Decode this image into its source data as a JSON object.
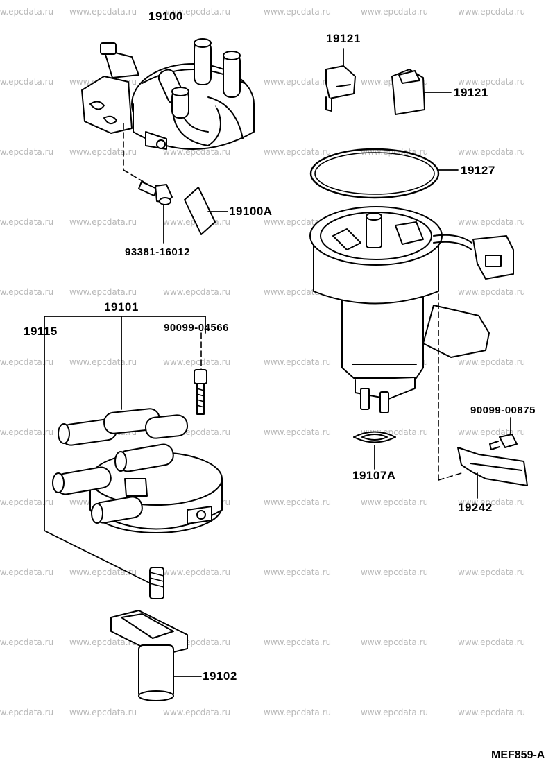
{
  "watermark": "www.epcdata.ru",
  "diagram_ref": "MEF859-A",
  "parts": {
    "distributor_assy": "19100",
    "housing_sub": "19100A",
    "bolt": "93381-16012",
    "cap": "19101",
    "cap_screw": "90099-04566",
    "cap_set": "19115",
    "rotor": "19102",
    "igniter_clip_left": "19121",
    "igniter_clip_right": "19121",
    "oring": "19127",
    "gasket": "19107A",
    "clamp_screw": "90099-00875",
    "clamp": "19242"
  }
}
